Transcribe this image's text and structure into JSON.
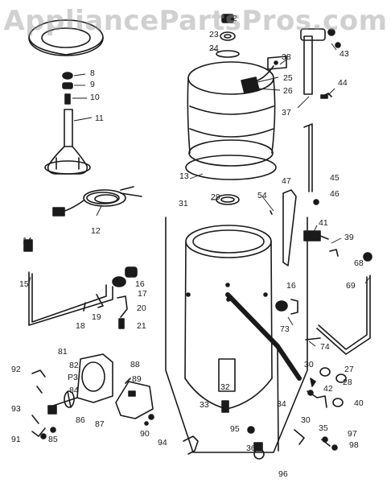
{
  "watermark": "AppliancePartsPros.com",
  "colors": {
    "ink": "#1a1a1a",
    "paper": "#ffffff",
    "watermark": "#969696"
  },
  "part_labels": [
    "8",
    "9",
    "10",
    "11",
    "12",
    "13",
    "14",
    "15",
    "16",
    "16",
    "17",
    "18",
    "19",
    "20",
    "21",
    "22",
    "23",
    "24",
    "25",
    "26",
    "27",
    "28",
    "29",
    "30",
    "30",
    "31",
    "32",
    "33",
    "34",
    "35",
    "36",
    "37",
    "38",
    "39",
    "40",
    "41",
    "42",
    "43",
    "44",
    "45",
    "46",
    "47",
    "54",
    "68",
    "69",
    "73",
    "74",
    "81",
    "82",
    "84",
    "85",
    "86",
    "87",
    "88",
    "89",
    "90",
    "91",
    "92",
    "93",
    "94",
    "95",
    "96",
    "97",
    "98",
    "P3"
  ]
}
